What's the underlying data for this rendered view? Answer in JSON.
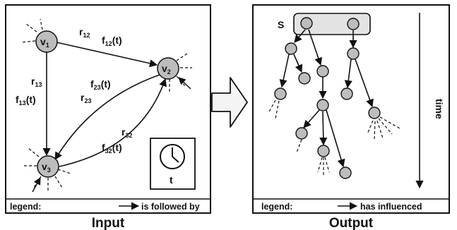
{
  "input_panel": {
    "caption": "Input",
    "legend_prefix": "legend:",
    "legend_text": "is followed by",
    "nodes": [
      {
        "name": "v",
        "sub": "1"
      },
      {
        "name": "v",
        "sub": "2"
      },
      {
        "name": "v",
        "sub": "3"
      }
    ],
    "edges": [
      {
        "r": "r",
        "r_sub": "12",
        "f": "f",
        "f_sub": "12",
        "f_arg": "(t)"
      },
      {
        "r": "r",
        "r_sub": "13",
        "f": "f",
        "f_sub": "13",
        "f_arg": "(t)"
      },
      {
        "r": "r",
        "r_sub": "23",
        "f": "f",
        "f_sub": "23",
        "f_arg": "(t)"
      },
      {
        "r": "r",
        "r_sub": "32",
        "f": "f",
        "f_sub": "32",
        "f_arg": "(t)"
      }
    ],
    "clock_label": "t"
  },
  "output_panel": {
    "caption": "Output",
    "legend_prefix": "legend:",
    "legend_text": "has influenced",
    "seed_label": "S",
    "time_label": "time"
  },
  "colors": {
    "node_fill": "#bdbdbd",
    "seed_box_fill": "#e3e3e3",
    "stroke": "#111111",
    "arrow_fill": "#f4f4f4"
  }
}
